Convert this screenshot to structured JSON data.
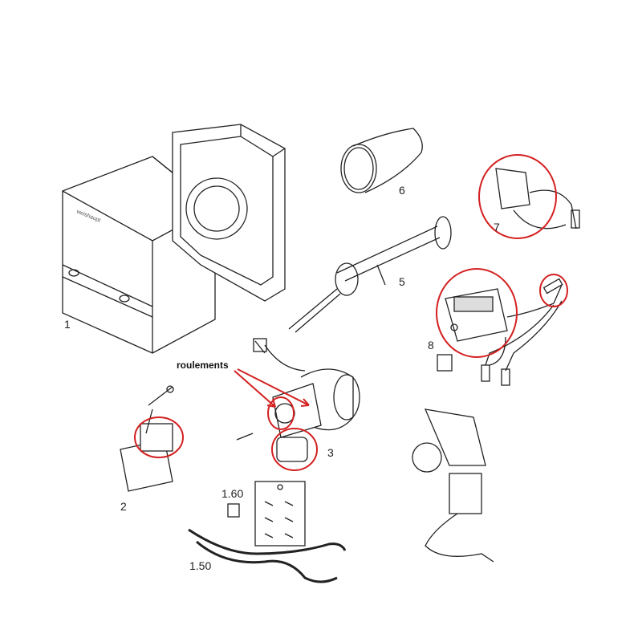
{
  "parts": [
    {
      "id": "part-1",
      "label": "1"
    },
    {
      "id": "part-2",
      "label": "2"
    },
    {
      "id": "part-3",
      "label": "3"
    },
    {
      "id": "part-5",
      "label": "5"
    },
    {
      "id": "part-6",
      "label": "6"
    },
    {
      "id": "part-7",
      "label": "7"
    },
    {
      "id": "part-8",
      "label": "8"
    },
    {
      "id": "part-1-60",
      "label": "1.60"
    },
    {
      "id": "part-1-50",
      "label": "1.50"
    }
  ],
  "annotation": {
    "text": "roulements"
  },
  "brand_text": "weishaupt",
  "colors": {
    "highlight": "#d42020",
    "line": "#222222"
  }
}
